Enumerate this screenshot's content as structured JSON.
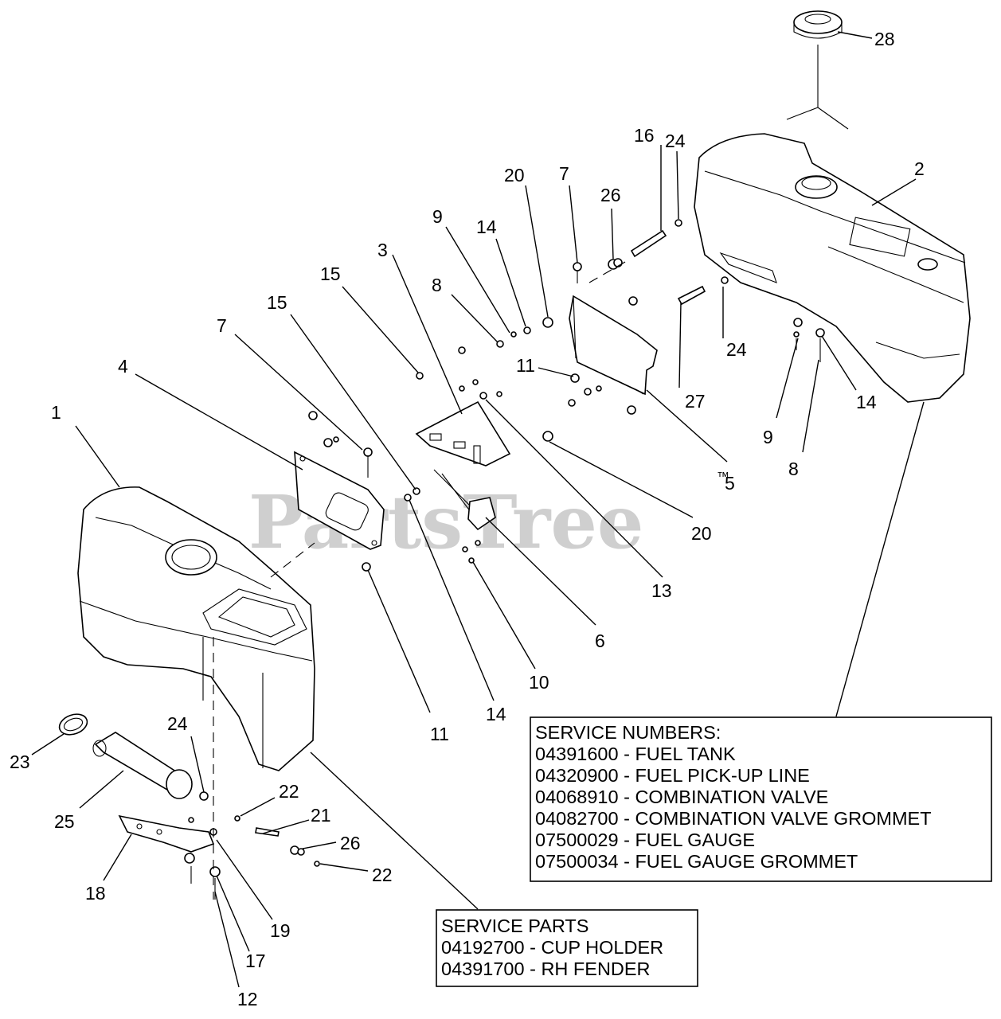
{
  "watermark": "PartsTree",
  "trademark": "™",
  "callouts": {
    "c1": "1",
    "c2": "2",
    "c3": "3",
    "c4": "4",
    "c5": "5",
    "c6": "6",
    "c7a": "7",
    "c7b": "7",
    "c8a": "8",
    "c8b": "8",
    "c9a": "9",
    "c9b": "9",
    "c10": "10",
    "c11a": "11",
    "c11b": "11",
    "c12": "12",
    "c13": "13",
    "c14a": "14",
    "c14b": "14",
    "c14c": "14",
    "c15a": "15",
    "c15b": "15",
    "c16": "16",
    "c17": "17",
    "c18": "18",
    "c19": "19",
    "c20a": "20",
    "c20b": "20",
    "c21": "21",
    "c22a": "22",
    "c22b": "22",
    "c23": "23",
    "c24a": "24",
    "c24b": "24",
    "c24c": "24",
    "c25": "25",
    "c26a": "26",
    "c26b": "26",
    "c27": "27",
    "c28": "28"
  },
  "service_numbers": {
    "title": "SERVICE NUMBERS:",
    "lines": [
      "04391600 - FUEL TANK",
      "04320900 - FUEL PICK-UP LINE",
      "04068910 - COMBINATION VALVE",
      "04082700 - COMBINATION VALVE GROMMET",
      "07500029 - FUEL GAUGE",
      "07500034 - FUEL GAUGE GROMMET"
    ]
  },
  "service_parts": {
    "title": "SERVICE PARTS",
    "lines": [
      "04192700 - CUP HOLDER",
      "04391700 - RH FENDER"
    ]
  }
}
